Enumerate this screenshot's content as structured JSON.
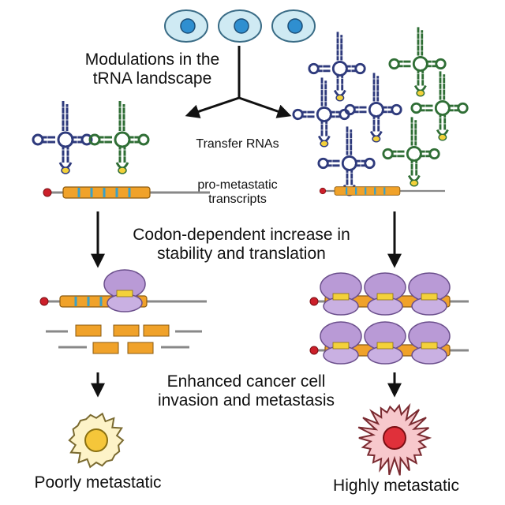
{
  "labels": {
    "modulations_line1": "Modulations in the",
    "modulations_line2": "tRNA landscape",
    "transfer_rnas": "Transfer RNAs",
    "pro_metastatic_line1": "pro-metastatic",
    "pro_metastatic_line2": "transcripts",
    "codon_line1": "Codon-dependent increase in",
    "codon_line2": "stability and translation",
    "enhanced_line1": "Enhanced cancer cell",
    "enhanced_line2": "invasion and metastasis",
    "poorly": "Poorly metastatic",
    "highly": "Highly metastatic"
  },
  "colors": {
    "cell_fill": "#cfeaf3",
    "cell_nucleus": "#2f8fd0",
    "trna_blue": "#2e3a7c",
    "trna_green": "#2f6e35",
    "mrna_orange": "#f0a22a",
    "codon_stripe": "#3aa0c8",
    "cap_red": "#cc1f2a",
    "ribosome": "#b99ad6",
    "poor_cell": "#fdf3c8",
    "poor_nucleus": "#f5c63a",
    "high_cell": "#f7c8cc",
    "high_nucleus": "#e0303a"
  }
}
